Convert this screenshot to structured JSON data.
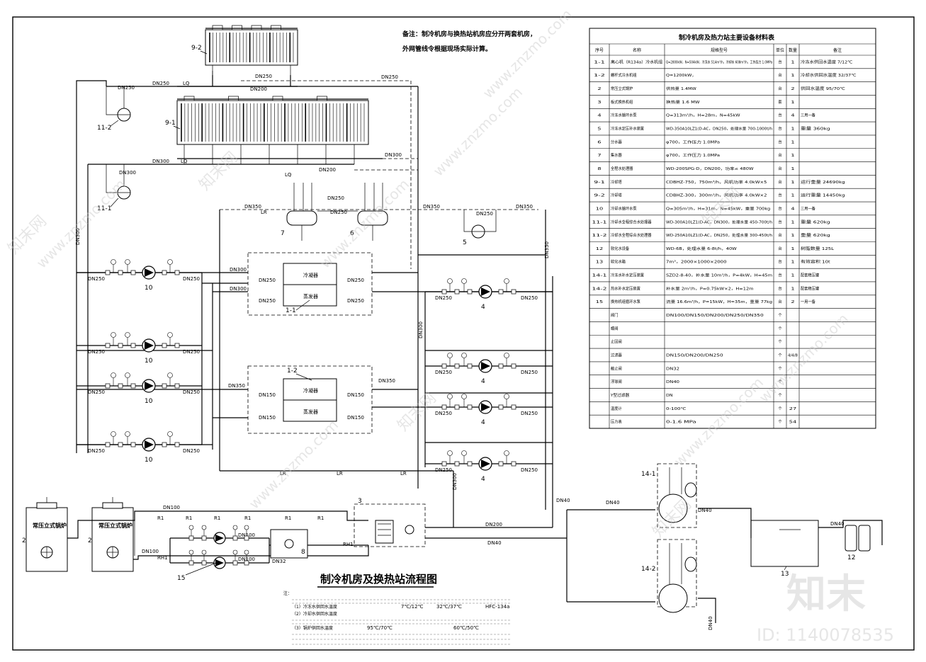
{
  "note_top": [
    "备注：制冷机房与换热站机房应分开两套机房，",
    "外网管线令根据现场实际计算。"
  ],
  "title": "制冷机房及换热站流程图",
  "table": {
    "title": "制冷机房及热力站主要设备材料表",
    "headers": [
      "序号",
      "名称",
      "规格型号",
      "单位",
      "数量",
      "备注"
    ],
    "rows": [
      [
        "1-1",
        "离心机（R134a）冷水机组",
        "Q=2800kW，N=504kW，冷冻水 514m³/h，冷却水 608m³/h，工作压力 1.0MPa",
        "台",
        "1",
        "冷冻水供回水温度 7/12℃"
      ],
      [
        "1-2",
        "螺杆式冷水机组",
        "Q=1200kW，",
        "台",
        "1",
        "冷却水供回水温度 32/37℃"
      ],
      [
        "2",
        "常压立式锅炉",
        "供热量 1.4MW",
        "台",
        "2",
        "供回水温度 95/70℃"
      ],
      [
        "3",
        "板式换热机组",
        "换热量 1.6 MW",
        "套",
        "1",
        ""
      ],
      [
        "4",
        "冷冻水循环水泵",
        "Q=313m³/h，H=28m，N=45kW",
        "台",
        "4",
        "三用一备"
      ],
      [
        "5",
        "冷冻水定压补水装置",
        "WD-350A10LZ1(D-AC，DN250，处理水量 700-1000t/h",
        "台",
        "1",
        "重量 360kg"
      ],
      [
        "6",
        "分水器",
        "φ700，工作压力 1.0MPa",
        "台",
        "1",
        ""
      ],
      [
        "7",
        "集水器",
        "φ700，工作压力 1.0MPa",
        "台",
        "1",
        ""
      ],
      [
        "8",
        "全程水处理器",
        "WD-200SPG-D，DN200，功率≤ 480W",
        "台",
        "1",
        ""
      ],
      [
        "9-1",
        "冷却塔",
        "CDBHZ-750，750m³/h，风机功率 4.0kW×5",
        "台",
        "1",
        "运行重量 24690kg"
      ],
      [
        "9-2",
        "冷却塔",
        "CDBHZ-300，300m³/h，风机功率 4.0kW×2",
        "台",
        "1",
        "运行重量 14450kg"
      ],
      [
        "10",
        "冷却水循环水泵",
        "Q=305m³/h，H=31m，N=45kW，重量 700kg",
        "台",
        "4",
        "三用一备"
      ],
      [
        "11-1",
        "冷却水全程综合水处理器",
        "WD-300A10LZ1(D-AC，DN300，处理水量 450-700t/h",
        "台",
        "1",
        "重量 620kg"
      ],
      [
        "11-2",
        "冷却水全程综合水处理器",
        "WD-250A10LZ1(D-AC，DN250，处理水量 300-450t/h",
        "台",
        "1",
        "重量 620kg"
      ],
      [
        "12",
        "软化水设备",
        "WD-6B，处理水量 6-8t/h，40W",
        "台",
        "1",
        "树脂数量 125L"
      ],
      [
        "13",
        "软化水箱",
        "7m³，2000×1000×2000",
        "台",
        "1",
        "有效容积 10t"
      ],
      [
        "14-1",
        "冷冻水补水定压装置",
        "SZD2-8-40，补水量 10m³/h，P=4kW，H=45m",
        "台",
        "1",
        "配套稳压罐"
      ],
      [
        "14-2",
        "热水补水定压装置",
        "补水量 2m³/h，P=0.75kW×2，H=12m",
        "台",
        "1",
        "配套稳压罐"
      ],
      [
        "15",
        "换热机组循环水泵",
        "流量 16.6m³/h，P=15kW，H=35m，重量 77kg",
        "台",
        "2",
        "一用一备"
      ],
      [
        "",
        "阀门",
        "DN100/DN150/DN200/DN250/DN350",
        "个",
        "",
        ""
      ],
      [
        "",
        "蝶阀",
        "",
        "个",
        "",
        ""
      ],
      [
        "",
        "止回阀",
        "",
        "个",
        "",
        ""
      ],
      [
        "",
        "过滤器",
        "DN150/DN200/DN250",
        "个",
        "4/4/8",
        ""
      ],
      [
        "",
        "截止阀",
        "DN32",
        "个",
        "",
        ""
      ],
      [
        "",
        "浮球阀",
        "DN40",
        "个",
        "",
        ""
      ],
      [
        "",
        "Y型过滤器",
        "DN",
        "个",
        "",
        ""
      ],
      [
        "",
        "温度计",
        "0-100℃",
        "个",
        "27",
        ""
      ],
      [
        "",
        "压力表",
        "0-1.6 MPa",
        "个",
        "54",
        ""
      ]
    ]
  },
  "equipment_labels": {
    "tower_9_2": "9-2",
    "tower_9_1": "9-1",
    "wt_11_2": "11-2",
    "wt_11_1": "11-1",
    "chiller_1_1": "1-1",
    "chiller_1_2": "1-2",
    "pump_10": "10",
    "pump_4": "4",
    "dist_7": "7",
    "dist_6": "6",
    "unit_5": "5",
    "hx_3": "3",
    "boiler_2": "2",
    "treat_8": "8",
    "pump_15": "15",
    "tank_13": "13",
    "soft_12": "12",
    "press_14_1": "14-1",
    "press_14_2": "14-2",
    "boiler_name": "常压立式锅炉",
    "condenser": "冷凝器",
    "evaporator": "蒸发器"
  },
  "pipe_labels": {
    "dn250": "DN250",
    "dn300": "DN300",
    "dn200": "DN200",
    "dn350": "DN350",
    "dn150": "DN150",
    "dn100": "DN100",
    "dn40": "DN40",
    "dn32": "DN32",
    "lq": "LQ",
    "lr": "LR",
    "r1": "R1",
    "rh1": "RH1"
  },
  "notes_block": {
    "heading": "注：",
    "lines": [
      "（1）冷冻水供回水温度",
      "（2）冷却水供回水温度",
      "（3）锅炉供回水温度",
      "7℃/12℃",
      "32℃/37℃",
      "HFC-134a",
      "95℃/70℃",
      "60℃/50℃"
    ]
  },
  "watermark": {
    "brand": "知末",
    "id_text": "ID: 1140078535",
    "site": "www.znzmo.com",
    "site_cn": "知末网"
  }
}
